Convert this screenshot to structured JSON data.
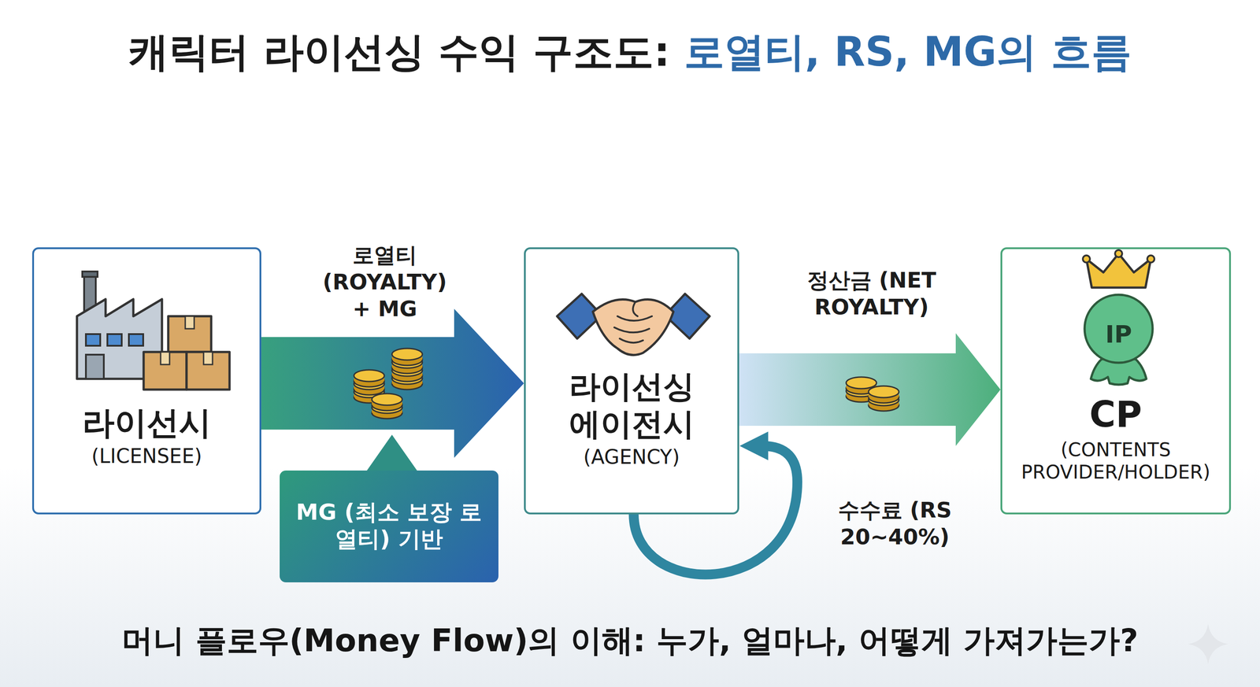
{
  "diagram": {
    "title": "캐릭터 라이선싱 수익 구조도: 로열티, RS, MG의 흐름",
    "caption": "머니 플로우(Money Flow)의 이해: 누가, 얼마나, 어떻게 가져가는가?",
    "nodes": [
      {
        "text": [
          "라이선시",
          "(LICENSEE)"
        ]
      },
      {
        "text": [
          "라이선싱 에이전시",
          "(AGENCY)"
        ]
      },
      {
        "text": [
          "CP",
          "(CONTENTS PROVIDER/HOLDER)"
        ]
      },
      {
        "text": [
          "MG (최소 보장 로열티) 기반"
        ]
      }
    ],
    "edges": [
      {
        "from": 0,
        "to": 1,
        "arrow": "to",
        "label": "로열티 (ROYALTY) + MG"
      },
      {
        "from": 1,
        "to": 2,
        "arrow": "to",
        "label": "정산금 (NET ROYALTY)"
      },
      {
        "from": 1,
        "to": 1,
        "arrow": "to",
        "label": "수수료 (RS 20~40%)"
      }
    ],
    "labels": [
      "IP"
    ]
  }
}
